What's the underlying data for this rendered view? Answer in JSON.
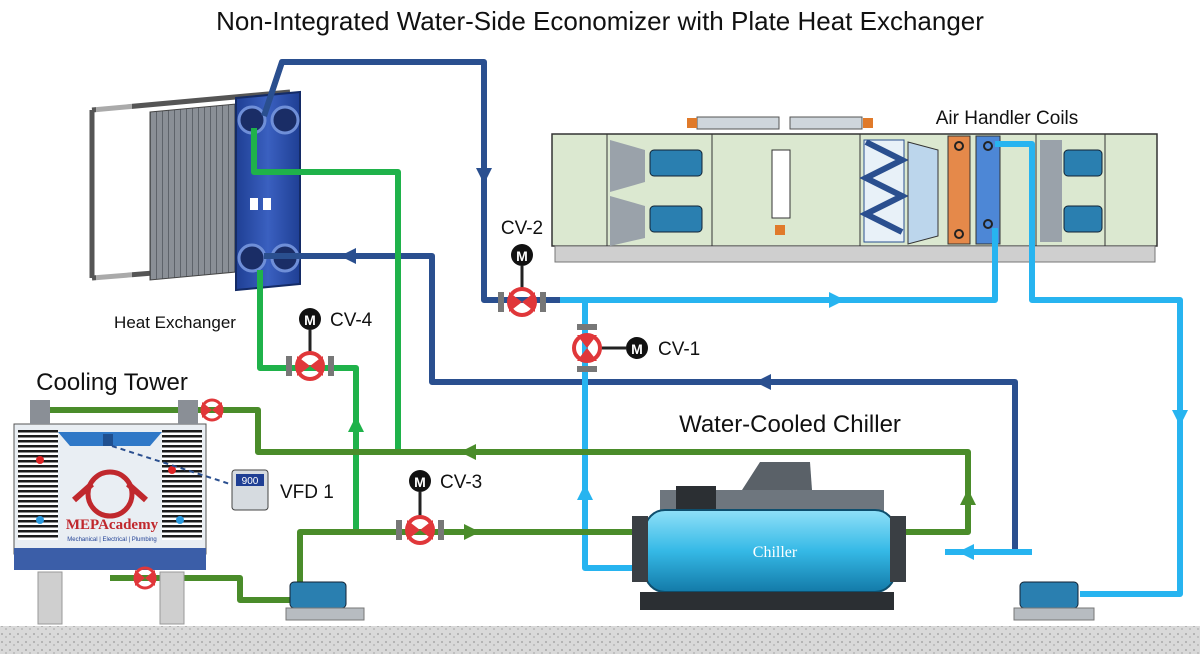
{
  "title": "Non-Integrated Water-Side Economizer with Plate Heat Exchanger",
  "labels": {
    "heat_exchanger": "Heat Exchanger",
    "air_handler_coils": "Air Handler Coils",
    "cooling_tower": "Cooling Tower",
    "water_cooled_chiller": "Water-Cooled Chiller",
    "chiller_body": "Chiller",
    "vfd": "VFD 1",
    "vfd_display": "900",
    "motor_symbol": "M",
    "logo": "MEPAcademy",
    "logo_tagline": "Mechanical | Electrical | Plumbing"
  },
  "valves": {
    "cv1": "CV-1",
    "cv2": "CV-2",
    "cv3": "CV-3",
    "cv4": "CV-4"
  },
  "colors": {
    "condenser_water": "#4a8c2a",
    "economizer_loop": "#1fb24a",
    "chilled_water_supply": "#27b4f0",
    "chilled_water_return": "#2a4f8f",
    "valve": "#e0373a",
    "chiller": "#39c0e8",
    "heat_exchanger": "#2d4fa8",
    "ahu_casing": "#dbe8d0"
  }
}
